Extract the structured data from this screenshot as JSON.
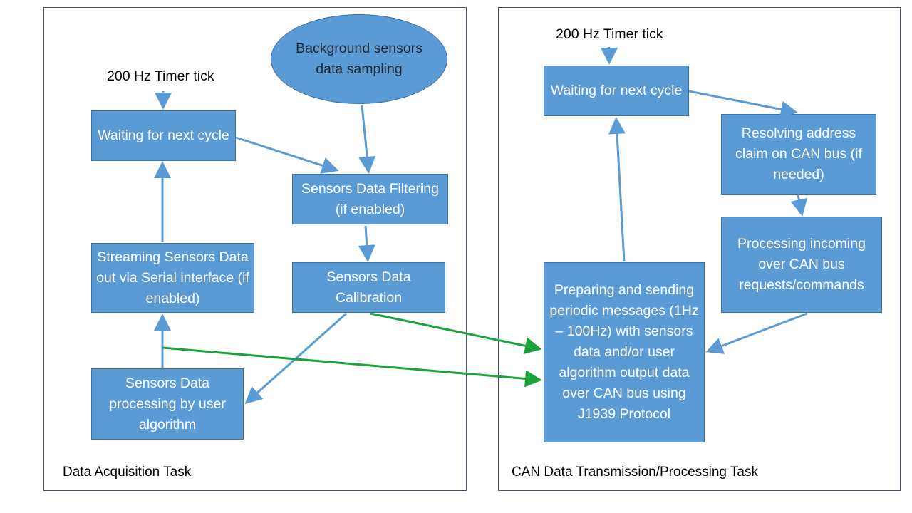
{
  "colors": {
    "box_fill": "#5b9bd5",
    "box_border": "#41719c",
    "arrow_blue": "#5b9bd5",
    "arrow_green": "#1aa33a",
    "panel_border": "#44546a"
  },
  "left_panel": {
    "label": "Data Acquisition Task",
    "timer_label": "200 Hz Timer tick",
    "ellipse": "Background sensors data sampling",
    "wait": "Waiting for next cycle",
    "filter": "Sensors Data Filtering (if enabled)",
    "calibration": "Sensors Data Calibration",
    "streaming": "Streaming Sensors Data out via Serial interface (if enabled)",
    "processing": "Sensors Data processing by user algorithm"
  },
  "right_panel": {
    "label": "CAN Data Transmission/Processing  Task",
    "timer_label": "200 Hz Timer tick",
    "wait": "Waiting for next cycle",
    "address": "Resolving address claim on CAN bus (if needed)",
    "incoming": "Processing incoming over CAN bus requests/commands",
    "periodic": "Preparing and sending periodic messages (1Hz – 100Hz) with  sensors data and/or user algorithm output data  over CAN bus using J1939 Protocol"
  }
}
